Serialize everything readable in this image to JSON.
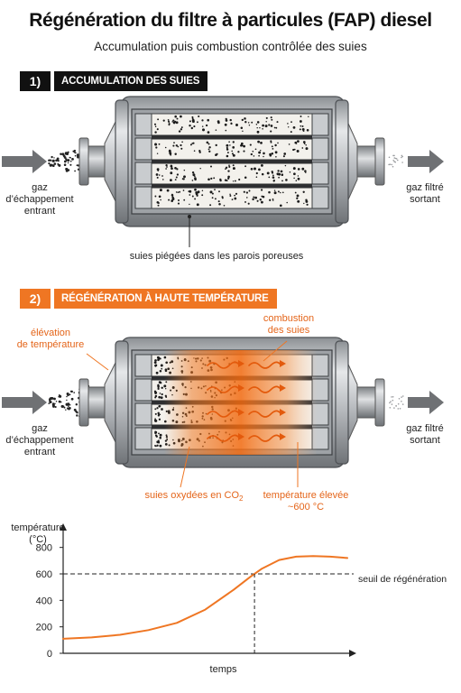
{
  "header": {
    "title": "Régénération du filtre à particules (FAP) diesel",
    "subtitle": "Accumulation puis combustion contrôlée des suies"
  },
  "section1": {
    "number": "1)",
    "title": "ACCUMULATION DES SUIES",
    "inlet_label": [
      "gaz d’échappement",
      "entrant"
    ],
    "outlet_label": [
      "gaz filtré",
      "sortant"
    ],
    "callout": "suies piégées dans les parois poreuses"
  },
  "section2": {
    "number": "2)",
    "title": "RÉGÉNÉRATION À HAUTE TEMPÉRATURE",
    "inlet_label": [
      "gaz d’échappement",
      "entrant"
    ],
    "outlet_label": [
      "gaz filtré",
      "sortant"
    ],
    "callout_temp_rise": [
      "élévation",
      "de température"
    ],
    "callout_combustion": [
      "combustion",
      "des suies"
    ],
    "callout_oxidized": "suies oxydées en CO",
    "callout_oxidized_sub": "2",
    "callout_high_temp": [
      "température élevée",
      "~600 °C"
    ]
  },
  "colors": {
    "accent": "#ef7623",
    "accent_text": "#e4651a",
    "dark": "#111111",
    "metal": "#b4b7bb"
  },
  "chart_data": {
    "type": "line",
    "ylabel": "température\n(°C)",
    "xlabel": "temps",
    "yticks": [
      0,
      200,
      400,
      600,
      800
    ],
    "ylim": [
      0,
      900
    ],
    "xlim": [
      0,
      100
    ],
    "series": [
      {
        "x": [
          0,
          10,
          20,
          30,
          40,
          50,
          60,
          66,
          70,
          76,
          82,
          88,
          94,
          100
        ],
        "y": [
          110,
          120,
          140,
          175,
          230,
          330,
          480,
          580,
          640,
          705,
          730,
          735,
          730,
          720
        ]
      }
    ],
    "threshold": {
      "y": 600,
      "label": "seuil de régénération"
    }
  }
}
